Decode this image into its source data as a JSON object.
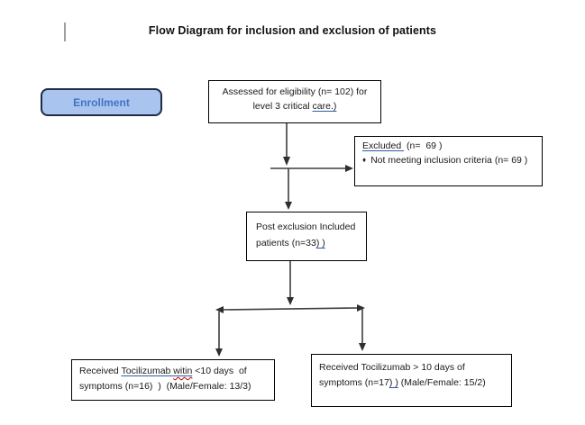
{
  "title": "Flow Diagram for inclusion and exclusion of patients",
  "flowchart": {
    "enrollment": {
      "label": "Enrollment"
    },
    "assessed": {
      "line1": "Assessed for eligibility (n= 102) for",
      "line2_plain": "level 3 critical ",
      "line2_ins": "care.)"
    },
    "excluded": {
      "title_ins": "Excluded ",
      "title_rest": " (n=  69 )",
      "bullet_glyph": "♦",
      "reason": "Not meeting inclusion criteria (n= 69 )"
    },
    "post_exclusion": {
      "line1": "Post exclusion Included",
      "line2_plain": "patients (n=33",
      "line2_ins": ") )"
    },
    "early_group": {
      "line1_pre": "Received ",
      "line1_ins_drug": "Tocilizumab ",
      "line1_ins_typo": "witin",
      "line1_rest": " <10 days  of",
      "line2": "symptoms (n=16)  )  (Male/Female: 13/3)"
    },
    "late_group": {
      "line1": "Received Tocilizumab > 10 days of",
      "line2_pre": "symptoms (n=17",
      "line2_ins": ") )",
      "line2_rest": " (Male/Female: 15/2)"
    }
  },
  "colors": {
    "enrollment_fill": "#a9c4ee",
    "enrollment_text": "#4472c4",
    "enrollment_border": "#1f2c47",
    "insertion_underline": "#2d5aa8",
    "spellcheck_wavy": "#c00000",
    "arrow": "#3d3d3d",
    "box_border": "#000000"
  }
}
